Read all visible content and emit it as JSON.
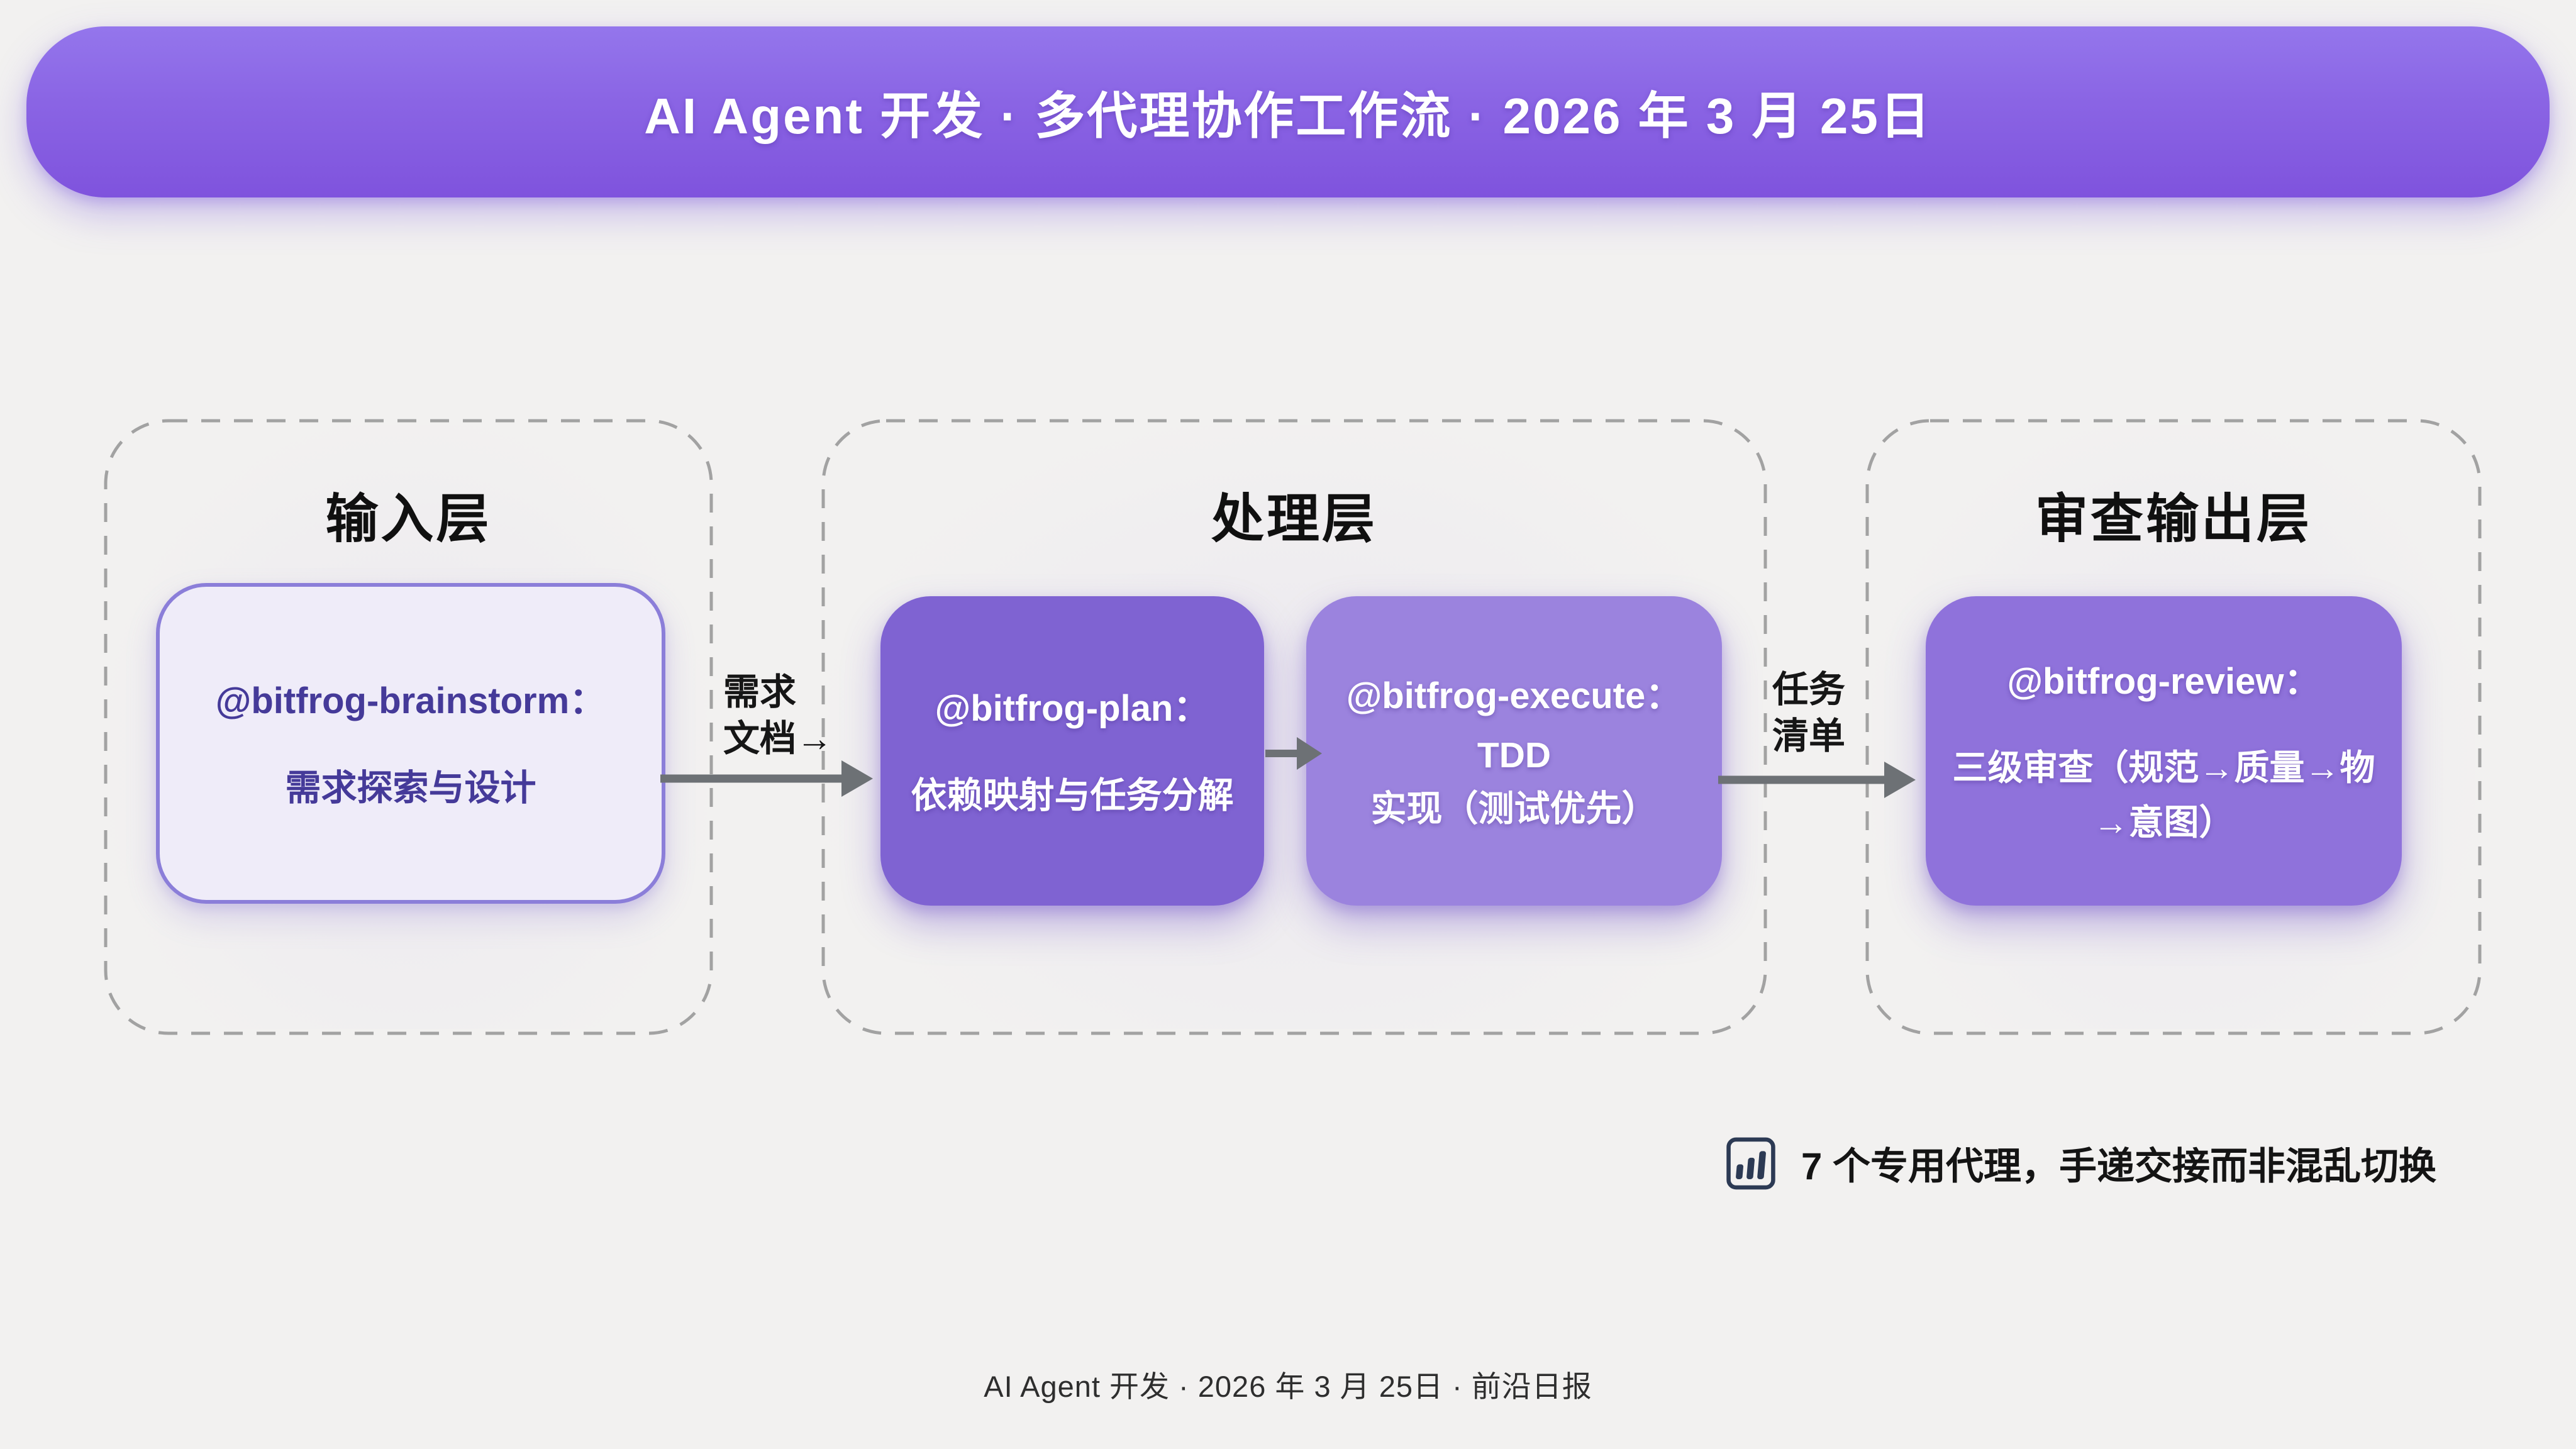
{
  "header": {
    "title": "AI Agent 开发 · 多代理协作工作流 · 2026 年 3 月 25日"
  },
  "layers": [
    {
      "title": "输入层",
      "agents": [
        {
          "name": "@bitfrog-brainstorm：",
          "desc": "需求探索与设计"
        }
      ]
    },
    {
      "title": "处理层",
      "agents": [
        {
          "name": "@bitfrog-plan：",
          "desc": "依赖映射与任务分解"
        },
        {
          "name": "@bitfrog-execute：",
          "desc": "TDD\n实现（测试优先）"
        }
      ]
    },
    {
      "title": "审查输出层",
      "agents": [
        {
          "name": "@bitfrog-review：",
          "desc": "三级审查（规范→质量→物\n→意图）"
        }
      ]
    }
  ],
  "flow_labels": {
    "input_to_plan": "需求\n文档→",
    "execute_to_review": "任务\n清单"
  },
  "footnote": {
    "icon": "bar-chart-icon",
    "text": "7 个专用代理，手递交接而非混乱切换"
  },
  "caption": "AI Agent 开发 · 2026 年 3 月 25日 · 前沿日报",
  "colors": {
    "background": "#f2f1f0",
    "header_purple": "#8a64e4",
    "plan_box": "#7f63d2",
    "execute_box": "#9b83de",
    "review_box": "#8f72db",
    "brainstorm_fill": "#efecf9",
    "brainstorm_border": "#8b7ed9",
    "brainstorm_text": "#453a99",
    "dashed_border": "#a2a2a2",
    "arrow_gray": "#6d7175",
    "icon_navy": "#2c3a54"
  }
}
